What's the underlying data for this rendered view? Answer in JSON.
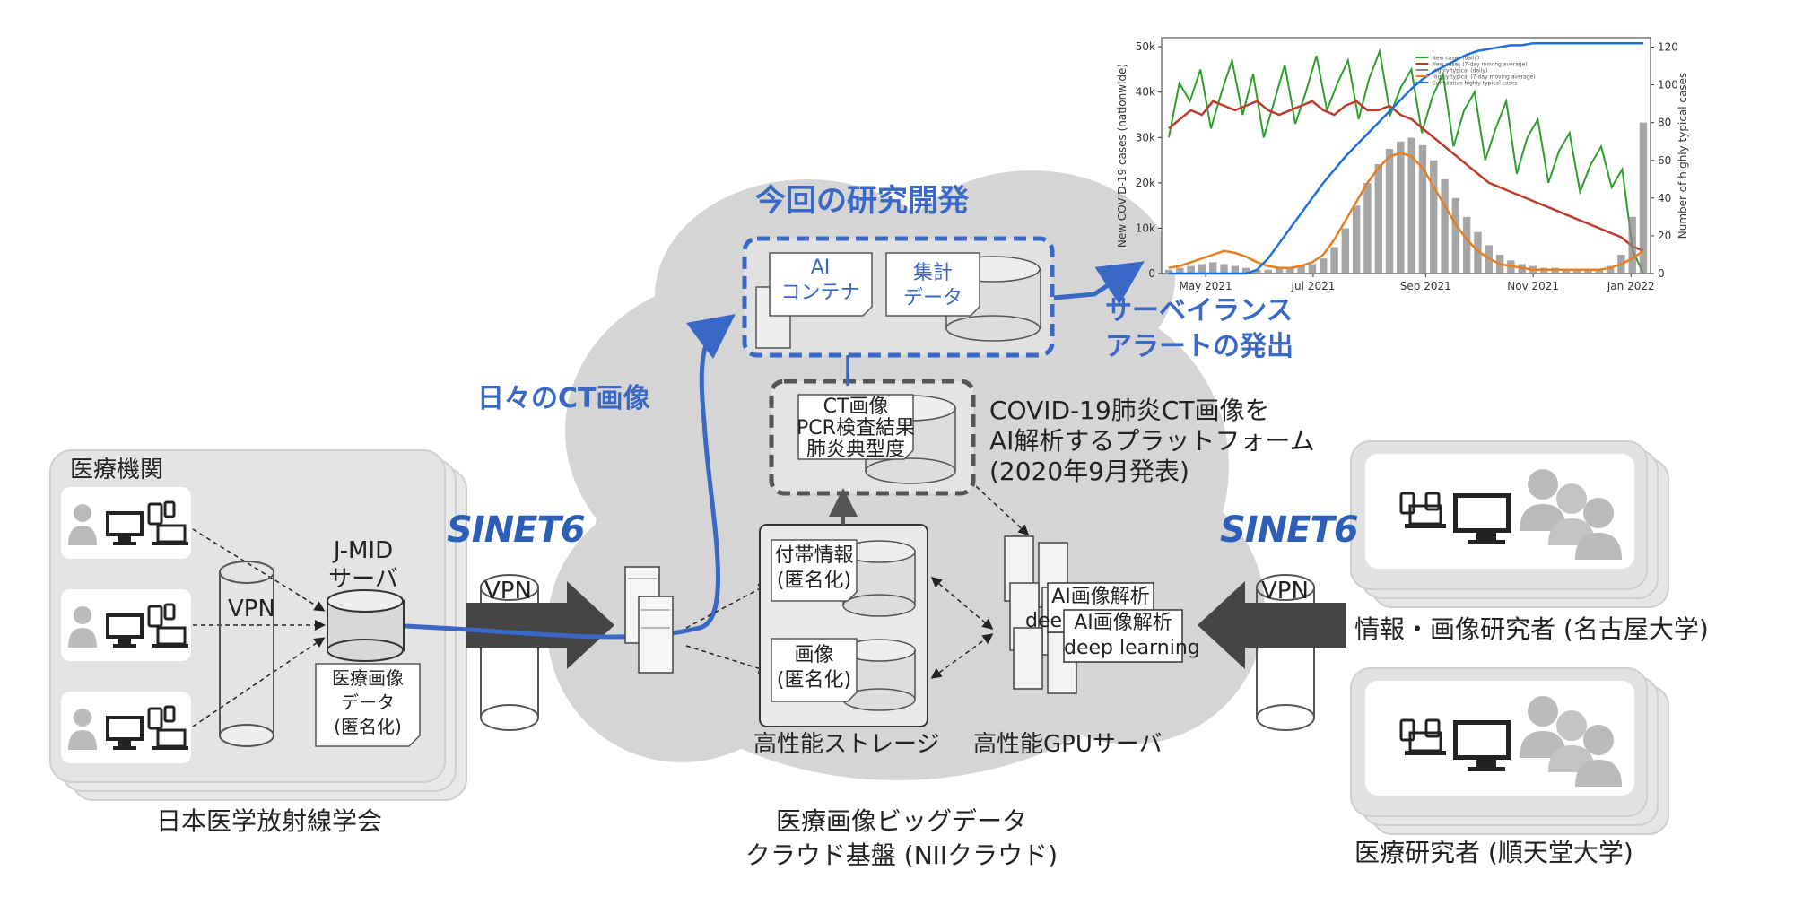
{
  "research_title": "今回の研究開発",
  "ai_container": [
    "AI",
    "コンテナ"
  ],
  "aggregate_data": [
    "集計",
    "データ"
  ],
  "alert_label": [
    "サーベイランス",
    "アラートの発出"
  ],
  "daily_ct_label": "日々のCT画像",
  "db_box_text": [
    "CT画像",
    "PCR検査結果",
    "肺炎典型度"
  ],
  "platform_text": [
    "COVID-19肺炎CT画像を",
    "AI解析するプラットフォーム",
    "(2020年9月発表)"
  ],
  "medical_institution": "医療機関",
  "jmid_server": [
    "J-MID",
    "サーバ"
  ],
  "medical_image_data": [
    "医療画像",
    "データ",
    "(匿名化)"
  ],
  "vpn": "VPN",
  "sinet_logo": "SINET6",
  "attached_info": [
    "付帯情報",
    "(匿名化)"
  ],
  "image_anon": [
    "画像",
    "(匿名化)"
  ],
  "storage_label": "高性能ストレージ",
  "gpu_label": "高性能GPUサーバ",
  "ai_analysis_1": [
    "AI画像解析",
    "deep learning"
  ],
  "ai_analysis_2": [
    "AI画像解析",
    "deep learning"
  ],
  "society_label": "日本医学放射線学会",
  "cloud_label": [
    "医療画像ビッグデータ",
    "クラウド基盤 (NIIクラウド)"
  ],
  "researcher_info": "情報・画像研究者 (名古屋大学)",
  "researcher_med": "医療研究者 (順天堂大学)",
  "colors": {
    "accent_blue": "#3a68c6",
    "cloud_gray": "#d4d4d4",
    "box_gray": "#e8e8e8",
    "dark_arrow": "#4a4a4a"
  },
  "chart_data": {
    "type": "line",
    "x_ticks": [
      "May 2021",
      "Jul 2021",
      "Sep 2021",
      "Nov 2021",
      "Jan 2022"
    ],
    "y_left_ticks": [
      "0",
      "10k",
      "20k",
      "30k",
      "40k",
      "50k"
    ],
    "y_right_ticks": [
      "0",
      "20",
      "40",
      "60",
      "80",
      "100",
      "120"
    ],
    "ylabel_left": "New COVID-19 cases (nationwide)",
    "ylabel_right": "Number of highly typical cases",
    "ylim_left": [
      0,
      52000
    ],
    "ylim_right": [
      0,
      125
    ],
    "legend_position": "top-center",
    "series": [
      {
        "name": "New cases (daily)",
        "color": "#2ca02c",
        "axis": "left",
        "y": [
          30000,
          42000,
          38000,
          45000,
          32000,
          40000,
          47000,
          35000,
          44000,
          30000,
          38000,
          46000,
          33000,
          40000,
          48000,
          36000,
          42000,
          47000,
          34000,
          43000,
          49000,
          35000,
          41000,
          45000,
          31000,
          39000,
          44000,
          28000,
          36000,
          40000,
          25000,
          32000,
          38000,
          22000,
          30000,
          34000,
          20000,
          27000,
          31000,
          18000,
          24000,
          28000,
          19000,
          23000,
          5000,
          0
        ]
      },
      {
        "name": "New cases (7-day moving average)",
        "color": "#c0392b",
        "axis": "left",
        "y": [
          32000,
          34000,
          36000,
          35000,
          38000,
          37000,
          36000,
          37000,
          38000,
          36000,
          35000,
          36000,
          37000,
          38000,
          36000,
          35000,
          37000,
          38000,
          36000,
          36000,
          37000,
          35000,
          34000,
          32000,
          30000,
          28000,
          26000,
          24000,
          22000,
          20000,
          19000,
          18000,
          17000,
          16000,
          15000,
          14000,
          13000,
          12000,
          11000,
          10000,
          9000,
          8000,
          6000,
          5000
        ]
      },
      {
        "name": "Highly typical (daily)",
        "color": "#888888",
        "axis": "right",
        "kind": "bar",
        "y": [
          2,
          3,
          4,
          5,
          6,
          5,
          4,
          3,
          2,
          2,
          3,
          3,
          4,
          5,
          8,
          14,
          24,
          36,
          48,
          58,
          66,
          70,
          72,
          68,
          60,
          50,
          40,
          30,
          22,
          15,
          10,
          7,
          5,
          4,
          3,
          3,
          2,
          2,
          2,
          2,
          4,
          10,
          30,
          80
        ]
      },
      {
        "name": "Highly typical (7-day moving average)",
        "color": "#e67e22",
        "axis": "right",
        "y": [
          3,
          4,
          6,
          8,
          10,
          12,
          11,
          9,
          6,
          4,
          3,
          3,
          4,
          6,
          10,
          18,
          28,
          38,
          48,
          56,
          62,
          64,
          62,
          56,
          46,
          36,
          26,
          18,
          12,
          8,
          5,
          4,
          3,
          2,
          2,
          2,
          2,
          2,
          2,
          2,
          3,
          5,
          8,
          12
        ]
      },
      {
        "name": "Cumulative highly typical cases",
        "color": "#1f6fe0",
        "axis": "right",
        "y": [
          0,
          0,
          0,
          0,
          0,
          0,
          0,
          0,
          2,
          8,
          16,
          24,
          32,
          40,
          48,
          55,
          62,
          68,
          74,
          80,
          86,
          92,
          98,
          103,
          107,
          110,
          113,
          116,
          118,
          119,
          120,
          121,
          121,
          122,
          122,
          122,
          122,
          122,
          122,
          122,
          122,
          122,
          122,
          122
        ]
      }
    ]
  }
}
